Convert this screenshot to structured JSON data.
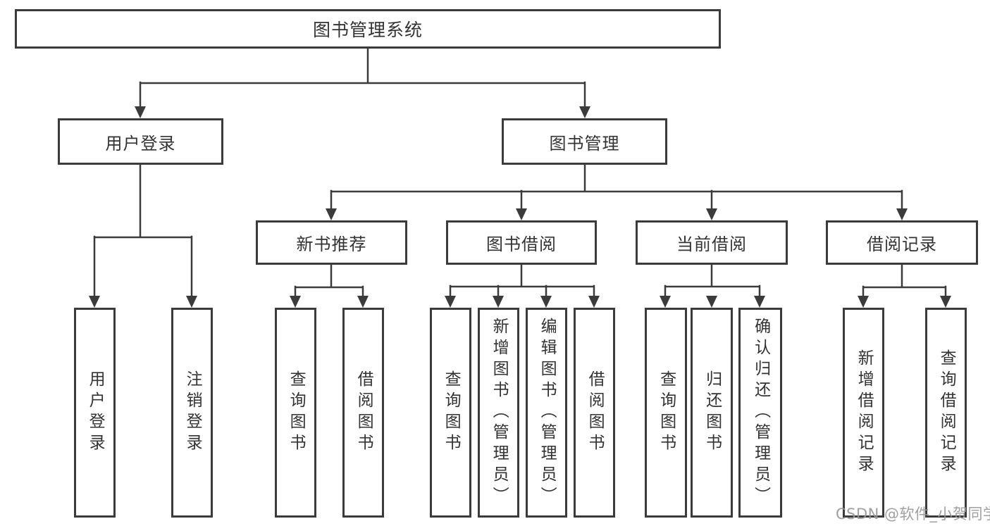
{
  "tree": {
    "label": "图书管理系统",
    "children": [
      {
        "label": "用户登录",
        "children": [
          {
            "label": "用户登录"
          },
          {
            "label": "注销登录"
          }
        ]
      },
      {
        "label": "图书管理",
        "children": [
          {
            "label": "新书推荐",
            "children": [
              {
                "label": "查询图书"
              },
              {
                "label": "借阅图书"
              }
            ]
          },
          {
            "label": "图书借阅",
            "children": [
              {
                "label": "查询图书"
              },
              {
                "label": "新增图书（管理员）"
              },
              {
                "label": "编辑图书（管理员）"
              },
              {
                "label": "借阅图书"
              }
            ]
          },
          {
            "label": "当前借阅",
            "children": [
              {
                "label": "查询图书"
              },
              {
                "label": "归还图书"
              },
              {
                "label": "确认归还（管理员）"
              }
            ]
          },
          {
            "label": "借阅记录",
            "children": [
              {
                "label": "新增借阅记录"
              },
              {
                "label": "查询借阅记录"
              }
            ]
          }
        ]
      }
    ]
  },
  "watermark": {
    "text": "CSDN @软件_小贺同学"
  },
  "colors": {
    "line": "#3b3b3b",
    "text": "#333333",
    "watermark": "#989898",
    "background": "#ffffff"
  }
}
